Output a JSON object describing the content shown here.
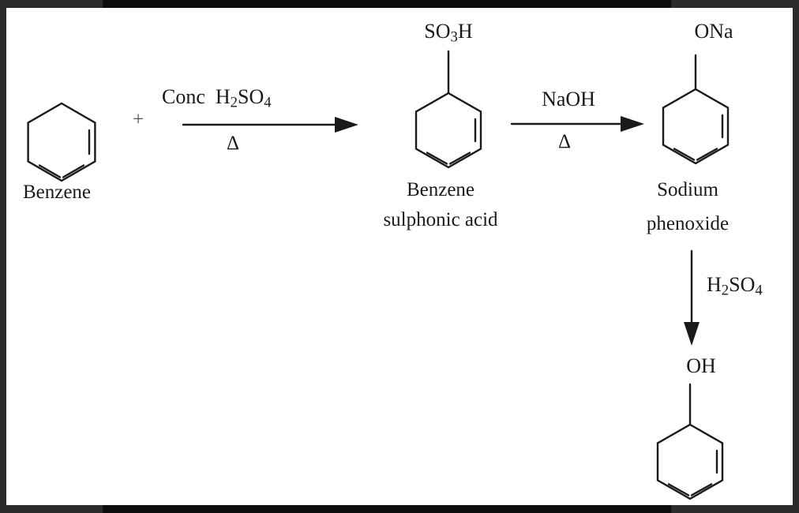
{
  "benzene": {
    "label": "Benzene"
  },
  "plus": "+",
  "step1": {
    "reagent_prefix": "Conc",
    "reagent": {
      "a": "H",
      "a_sub": "2",
      "b": "SO",
      "b_sub": "4"
    },
    "condition": "Δ"
  },
  "sulphonic_acid": {
    "group": {
      "a": "SO",
      "a_sub": "3",
      "b": "H"
    },
    "name_line1": "Benzene",
    "name_line2": "sulphonic acid"
  },
  "step2": {
    "reagent": "NaOH",
    "condition": "Δ"
  },
  "phenoxide": {
    "group": "ONa",
    "name_line1": "Sodium",
    "name_line2": "phenoxide"
  },
  "step3": {
    "reagent": {
      "a": "H",
      "a_sub": "2",
      "b": "SO",
      "b_sub": "4"
    }
  },
  "phenol": {
    "group": "OH"
  },
  "colors": {
    "frame": "#2b2b2b",
    "panel": "#ffffff",
    "ink": "#1a1a1a"
  }
}
